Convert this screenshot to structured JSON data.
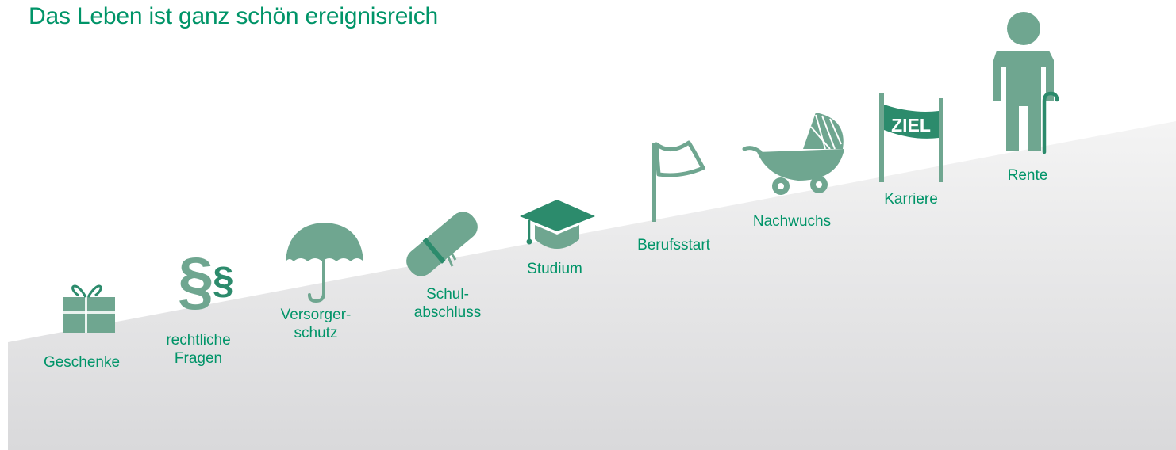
{
  "title": "Das Leben ist ganz schön ereignisreich",
  "colors": {
    "title_text": "#009468",
    "label_text": "#009468",
    "icon_fill": "#6fa690",
    "icon_accent": "#2c8b6c",
    "slope_gradient": [
      "#f4f4f4",
      "#d9d9db"
    ]
  },
  "stages": [
    {
      "id": "geschenke",
      "label": "Geschenke",
      "icon": "gift-icon"
    },
    {
      "id": "rechtliche-fragen",
      "label": "rechtliche\nFragen",
      "icon": "paragraph-icon"
    },
    {
      "id": "versorgerschutz",
      "label": "Versorger-\nschutz",
      "icon": "umbrella-icon"
    },
    {
      "id": "schulabschluss",
      "label": "Schul-\nabschluss",
      "icon": "diploma-icon"
    },
    {
      "id": "studium",
      "label": "Studium",
      "icon": "graduation-cap-icon"
    },
    {
      "id": "berufsstart",
      "label": "Berufsstart",
      "icon": "flag-icon"
    },
    {
      "id": "nachwuchs",
      "label": "Nachwuchs",
      "icon": "baby-carriage-icon"
    },
    {
      "id": "karriere",
      "label": "Karriere",
      "icon": "finish-banner-icon"
    },
    {
      "id": "rente",
      "label": "Rente",
      "icon": "elderly-person-icon"
    }
  ],
  "icon_texts": {
    "finish_banner": "ZIEL",
    "paragraph_large": "§",
    "paragraph_small": "§"
  }
}
